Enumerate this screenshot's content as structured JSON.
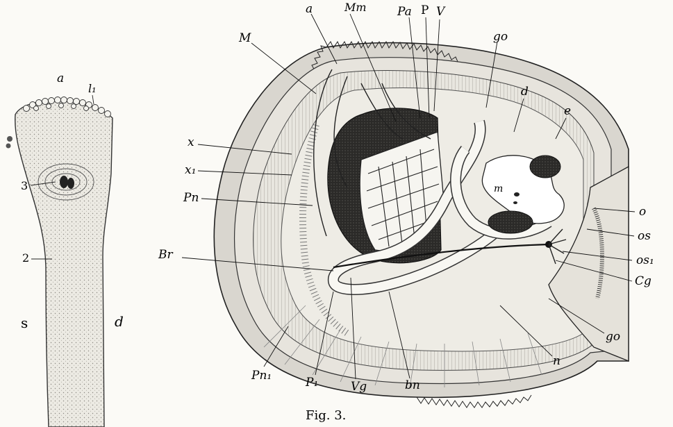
{
  "figure": {
    "caption": "Fig. 3."
  },
  "left_specimen": {
    "labels": {
      "a": "a",
      "l1": "l₁",
      "n3": "3",
      "n2": "2",
      "s": "s",
      "d": "d"
    }
  },
  "right_section": {
    "labels": {
      "a": "a",
      "Mm": "Mm",
      "Pa": "Pa",
      "P": "P",
      "V": "V",
      "M": "M",
      "go_top": "go",
      "d": "d",
      "e": "e",
      "x": "x",
      "x1": "x₁",
      "m": "m",
      "Pn": "Pn",
      "o": "o",
      "os": "os",
      "os1": "os₁",
      "Cg": "Cg",
      "Br": "Br",
      "go_bottom": "go",
      "n": "n",
      "Pn1": "Pn₁",
      "P1": "P₁",
      "Vg": "Vg",
      "bn": "bn"
    }
  }
}
